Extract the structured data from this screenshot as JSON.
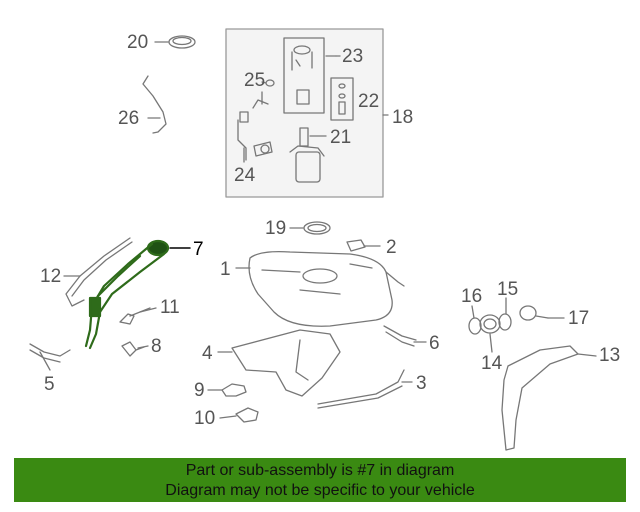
{
  "diagram": {
    "highlight_part": "7",
    "callouts": [
      "20",
      "26",
      "25",
      "23",
      "22",
      "18",
      "21",
      "24",
      "19",
      "2",
      "1",
      "7",
      "12",
      "11",
      "8",
      "5",
      "4",
      "9",
      "10",
      "6",
      "3",
      "16",
      "15",
      "17",
      "14",
      "13"
    ]
  },
  "colors": {
    "highlight": "#2e6b1a",
    "line": "#777777",
    "banner": "#3a8a12"
  },
  "banner": {
    "line1": "Part or sub-assembly is #7 in diagram",
    "line2": "Diagram may not be specific to your vehicle"
  }
}
